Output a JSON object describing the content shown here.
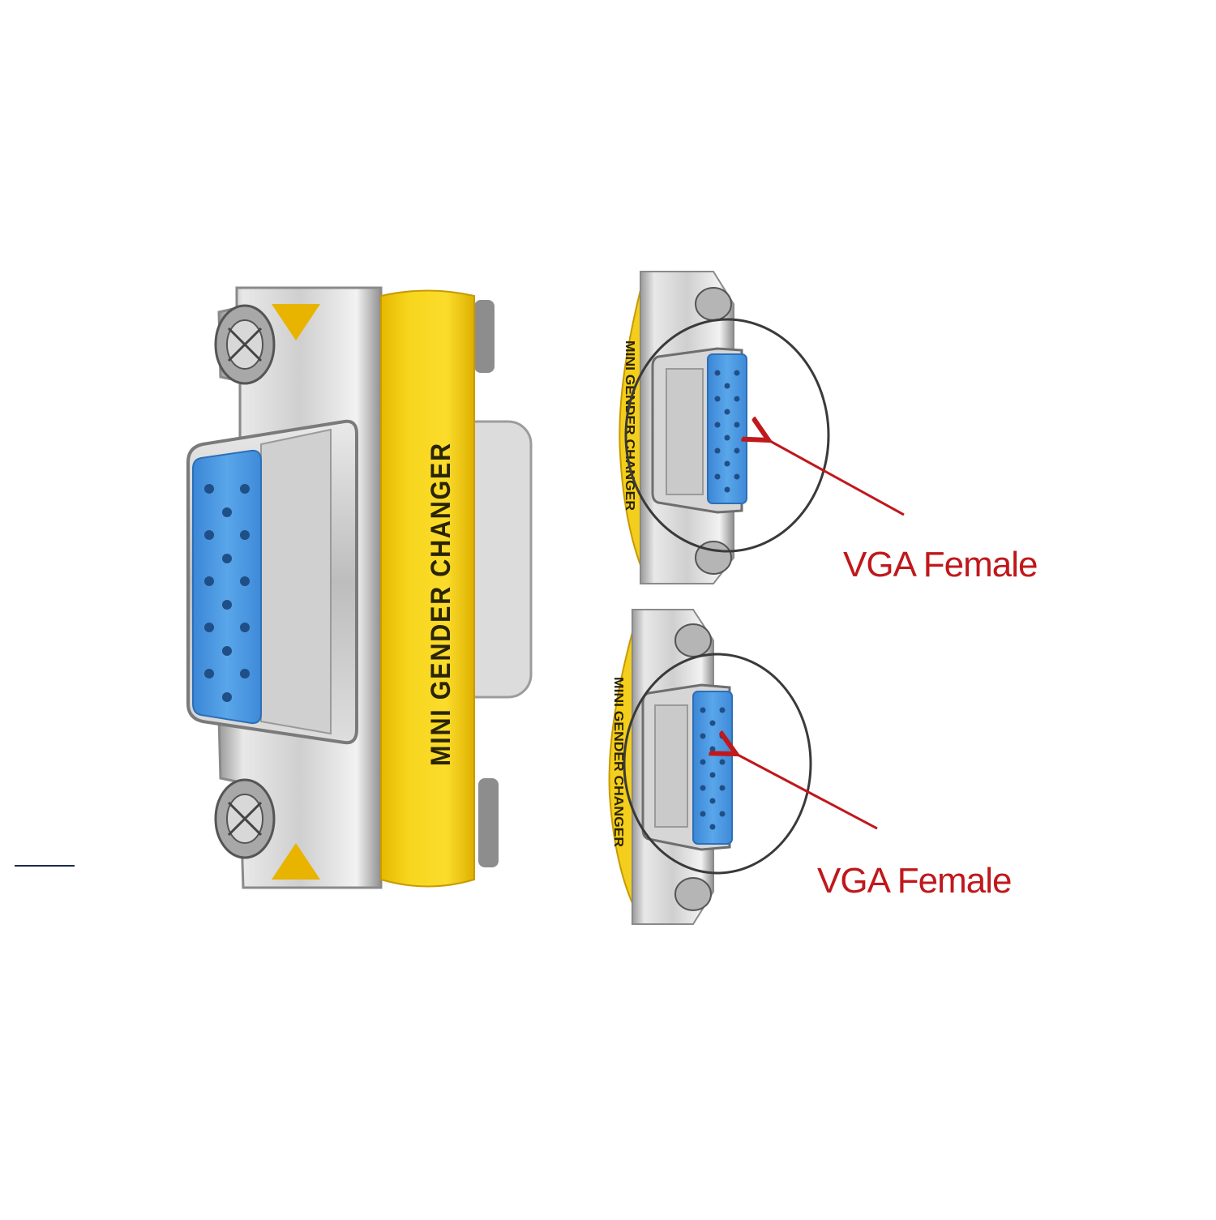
{
  "product": {
    "band_text": "MINI GENDER CHANGER",
    "band_text_small": "MINI GENDER CHANGER"
  },
  "callouts": [
    {
      "label": "VGA Female"
    },
    {
      "label": "VGA Female"
    }
  ],
  "colors": {
    "background": "#ffffff",
    "band_yellow": "#f5cf1a",
    "metal": "#c9c9c9",
    "pins_blue": "#4d9be0",
    "annotation_red": "#c0181c",
    "circle": "#3a3a3a"
  },
  "icons": {
    "main": "vga-gender-changer-photo",
    "detail_top": "vga-female-port-detail",
    "detail_bottom": "vga-female-port-detail"
  }
}
